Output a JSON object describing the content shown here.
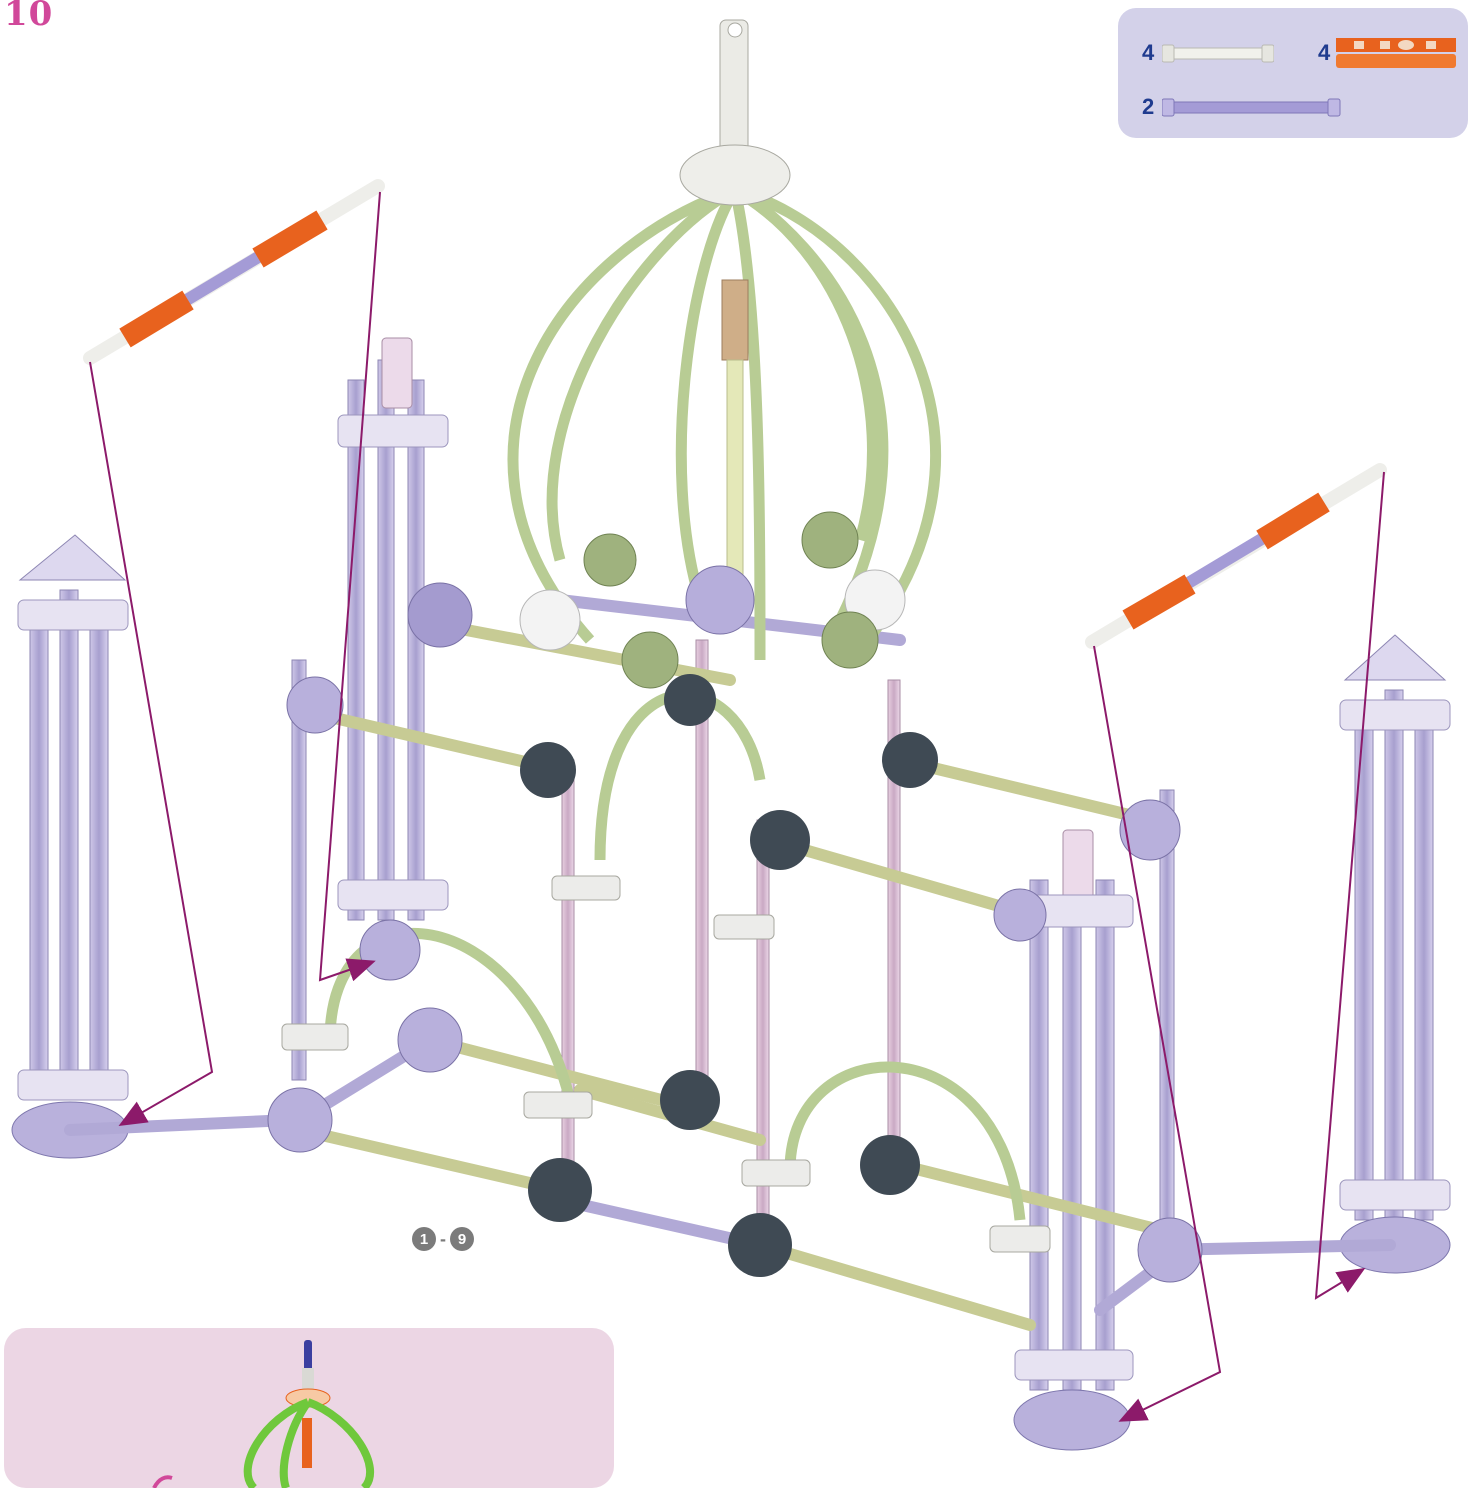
{
  "step": {
    "number": "10"
  },
  "parts": [
    {
      "count": "4",
      "part": "white-short-rod"
    },
    {
      "count": "4",
      "part": "orange-connector"
    },
    {
      "count": "2",
      "part": "purple-long-rod"
    }
  ],
  "substeps": {
    "from": "1",
    "separator": "-",
    "to": "9"
  },
  "colors": {
    "step_number": "#d1489a",
    "parts_box": "#d3d1e9",
    "count_text": "#1f3b8f",
    "reference_box": "#ecd6e4",
    "guide_arrow": "#8c1a6a",
    "purple_rod": "#b3a9d6",
    "yellow_rod": "#e4e8b8",
    "green_rod": "#b8cc94",
    "orange_connector": "#e8621e",
    "dark_connector": "#3f4a54"
  }
}
